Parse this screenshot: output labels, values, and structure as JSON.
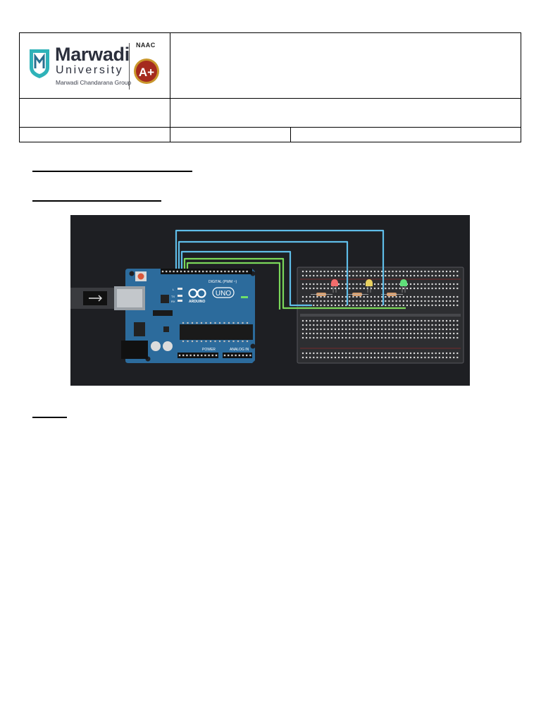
{
  "header": {
    "logo": {
      "name": "Marwadi",
      "university": "University",
      "subtitle": "Marwadi Chandarana Group",
      "accreditation": "NAAC",
      "grade": "A+"
    }
  },
  "figure": {
    "board": {
      "brand": "ARDUINO",
      "model": "UNO",
      "digital_label": "DIGITAL (PWM ~)",
      "power_label": "POWER",
      "analog_label": "ANALOG IN",
      "led_labels": [
        "L",
        "TX",
        "RX"
      ]
    },
    "leds": [
      {
        "color_name": "red",
        "color": "#f26d6d"
      },
      {
        "color_name": "yellow",
        "color": "#e8d160"
      },
      {
        "color_name": "green",
        "color": "#5fe07a"
      }
    ],
    "wire_colors": {
      "blue": "#5fbde8",
      "green": "#7bd85a"
    }
  },
  "colors": {
    "board": "#2c6b9c",
    "figure_background": "#1e1f23",
    "breadboard": "#2d2e31"
  }
}
